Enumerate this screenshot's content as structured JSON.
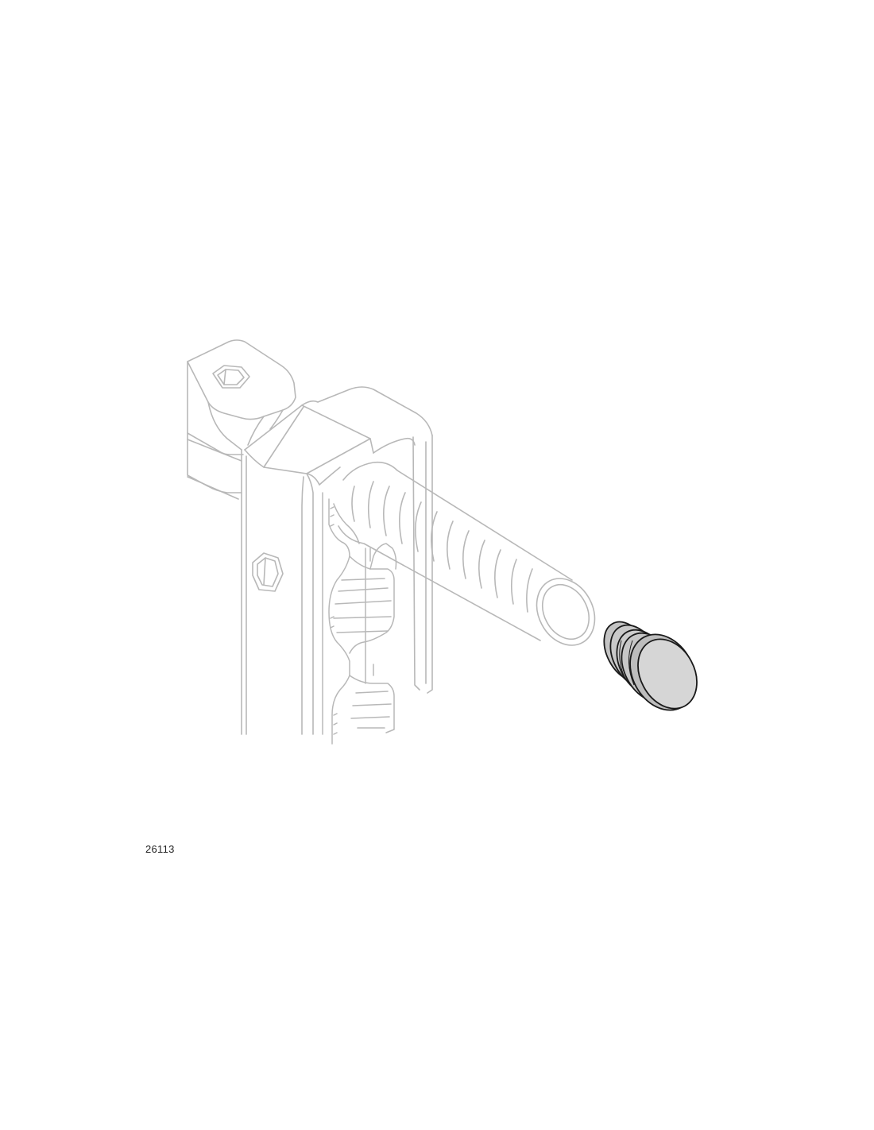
{
  "figure": {
    "number": "26113"
  },
  "colors": {
    "background": "#ffffff",
    "line_art": "#b8b8b8",
    "line_art_dark": "#9a9a9a",
    "cap_outline": "#1a1a1a",
    "cap_fill": "#c9c9c9",
    "cap_face": "#d6d6d6"
  },
  "icons": [
    "rack-frame-drawing",
    "tube-drawing",
    "end-cap-drawing"
  ]
}
